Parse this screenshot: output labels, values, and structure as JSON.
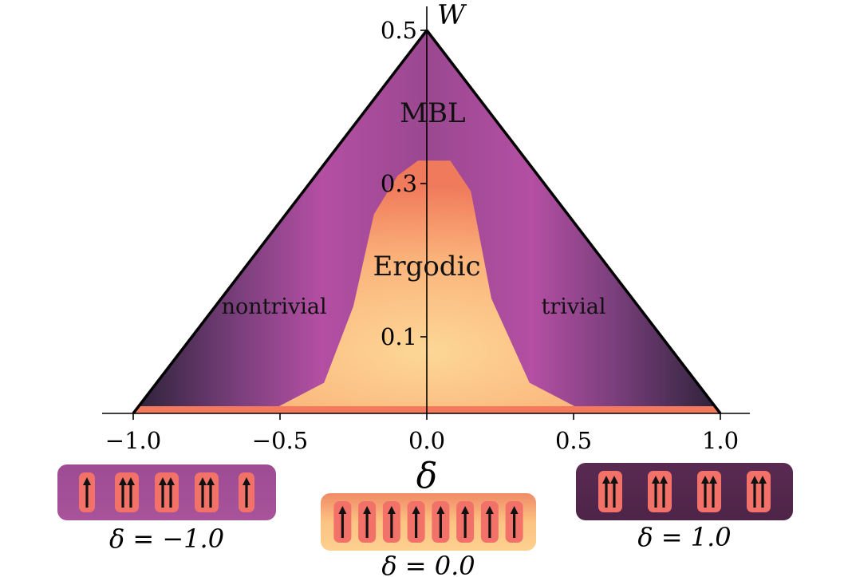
{
  "chart_data": {
    "type": "heatmap",
    "title": "",
    "xlabel": "δ",
    "ylabel": "W",
    "xlim": [
      -1.0,
      1.0
    ],
    "ylim": [
      0.0,
      0.5
    ],
    "x_ticks": [
      "−1.0",
      "−0.5",
      "0.0",
      "0.5",
      "1.0"
    ],
    "x_tick_values": [
      -1.0,
      -0.5,
      0.0,
      0.5,
      1.0
    ],
    "y_ticks": [
      "0.1",
      "0.3",
      "0.5"
    ],
    "y_tick_values": [
      0.1,
      0.3,
      0.5
    ],
    "region_boundary": [
      {
        "delta": -0.55,
        "W": 0.0
      },
      {
        "delta": -0.35,
        "W": 0.04
      },
      {
        "delta": -0.25,
        "W": 0.14
      },
      {
        "delta": -0.18,
        "W": 0.26
      },
      {
        "delta": -0.1,
        "W": 0.31
      },
      {
        "delta": -0.03,
        "W": 0.33
      },
      {
        "delta": 0.08,
        "W": 0.33
      },
      {
        "delta": 0.15,
        "W": 0.29
      },
      {
        "delta": 0.22,
        "W": 0.15
      },
      {
        "delta": 0.35,
        "W": 0.04
      },
      {
        "delta": 0.55,
        "W": 0.0
      }
    ],
    "region_labels": [
      {
        "text": "MBL",
        "delta": 0.02,
        "W": 0.38
      },
      {
        "text": "Ergodic",
        "delta": 0.0,
        "W": 0.18
      },
      {
        "text": "nontrivial",
        "delta": -0.52,
        "W": 0.13
      },
      {
        "text": "trivial",
        "delta": 0.5,
        "W": 0.13
      }
    ],
    "insets": [
      {
        "label": "δ = −1.0",
        "groups": [
          1,
          2,
          2,
          2,
          1
        ],
        "color": "#a04f96"
      },
      {
        "label": "δ = 0.0",
        "groups": [
          1,
          1,
          1,
          1,
          1,
          1,
          1,
          1
        ],
        "color": "#fcbf7e"
      },
      {
        "label": "δ = 1.0",
        "groups": [
          2,
          2,
          2,
          2
        ],
        "color": "#5c2b55"
      }
    ]
  },
  "colors": {
    "mbl_edge": "#3b2542",
    "mbl_mid": "#b44fa3",
    "ergodic_edge": "#f08060",
    "ergodic_center": "#fcd593",
    "spin_pill": "#f2726a",
    "arrow": "#111111"
  }
}
